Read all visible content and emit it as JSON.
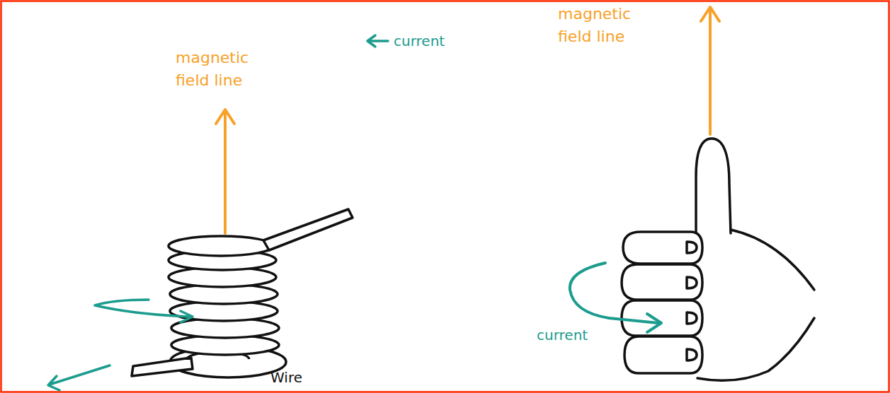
{
  "diagram": {
    "labels": [
      "magnetic field line",
      "current",
      "Wire",
      "magnetic field line",
      "current"
    ]
  }
}
